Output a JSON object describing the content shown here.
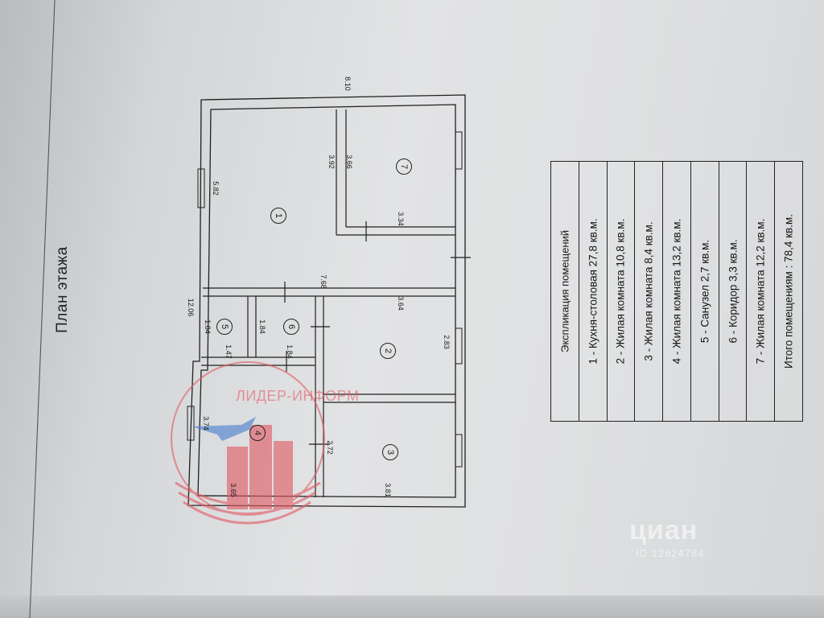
{
  "plan": {
    "title": "План этажа",
    "dimensions": {
      "overall_width": "8.10",
      "overall_length": "12.06",
      "r1_width": "5.82",
      "r1_length": "7.68",
      "r7_width_outer": "3.92",
      "r7_width": "3.66",
      "r7_length": "3.34",
      "r2_length": "3.64",
      "r2_width": "2.83",
      "r5_width": "1.84",
      "r5_length": "1.47",
      "r6_width": "1.84",
      "r6_length": "1.84",
      "r4_width": "3.74",
      "r4_length": "3.65",
      "r3_width": "2.72",
      "r3_length": "3.81"
    },
    "room_numbers": [
      "1",
      "2",
      "3",
      "4",
      "5",
      "6",
      "7"
    ]
  },
  "legend": {
    "header": "Экспликация помещений",
    "rows": [
      "1 - Кухня-столовая  27,8 кв.м.",
      "2 - Жилая комната  10,8 кв.м.",
      "3 - Жилая комната  8,4 кв.м.",
      "4 - Жилая комната  13,2 кв.м.",
      "5 - Санузел  2,7 кв.м.",
      "6 - Коридор  3,3 кв.м.",
      "7 - Жилая комната  12,2 кв.м.",
      "Итого помещениям : 78,4 кв.м."
    ]
  },
  "watermarks": {
    "agency": "ЛИДЕР-ИНФОРМ",
    "cian": "циан",
    "cian_id": "ID 12624784"
  },
  "colors": {
    "watermark_red": "#e05a64",
    "watermark_blue": "#4a7fd0",
    "ink": "#1f1f1f"
  }
}
